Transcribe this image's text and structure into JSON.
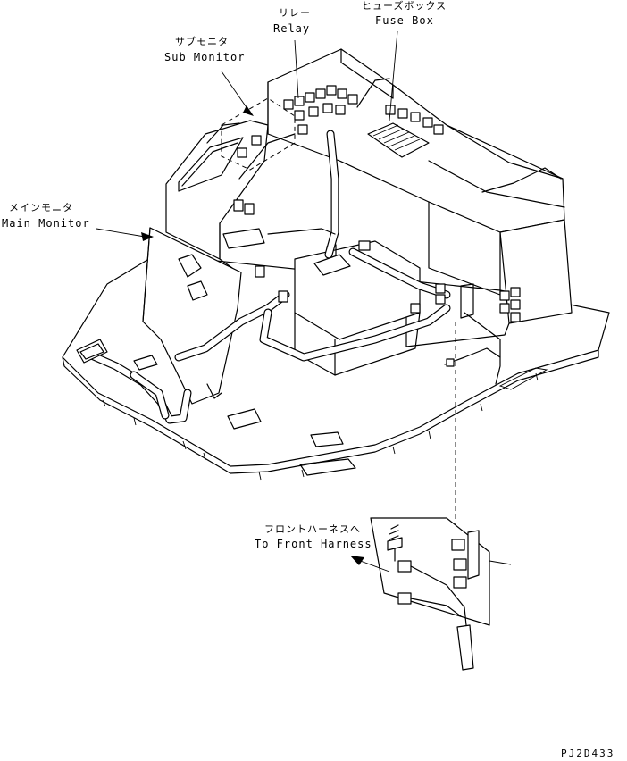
{
  "labels": {
    "relay_jp": "リレー",
    "relay_en": "Relay",
    "fuse_box_jp": "ヒューズボックス",
    "fuse_box_en": "Fuse Box",
    "sub_monitor_jp": "サブモニタ",
    "sub_monitor_en": "Sub Monitor",
    "main_monitor_jp": "メインモニタ",
    "main_monitor_en": "Main Monitor",
    "front_harness_jp": "フロントハーネスへ",
    "front_harness_en": "To Front Harness"
  },
  "drawing_code": "PJ2D433",
  "colors": {
    "line": "#000000",
    "background": "#ffffff"
  }
}
